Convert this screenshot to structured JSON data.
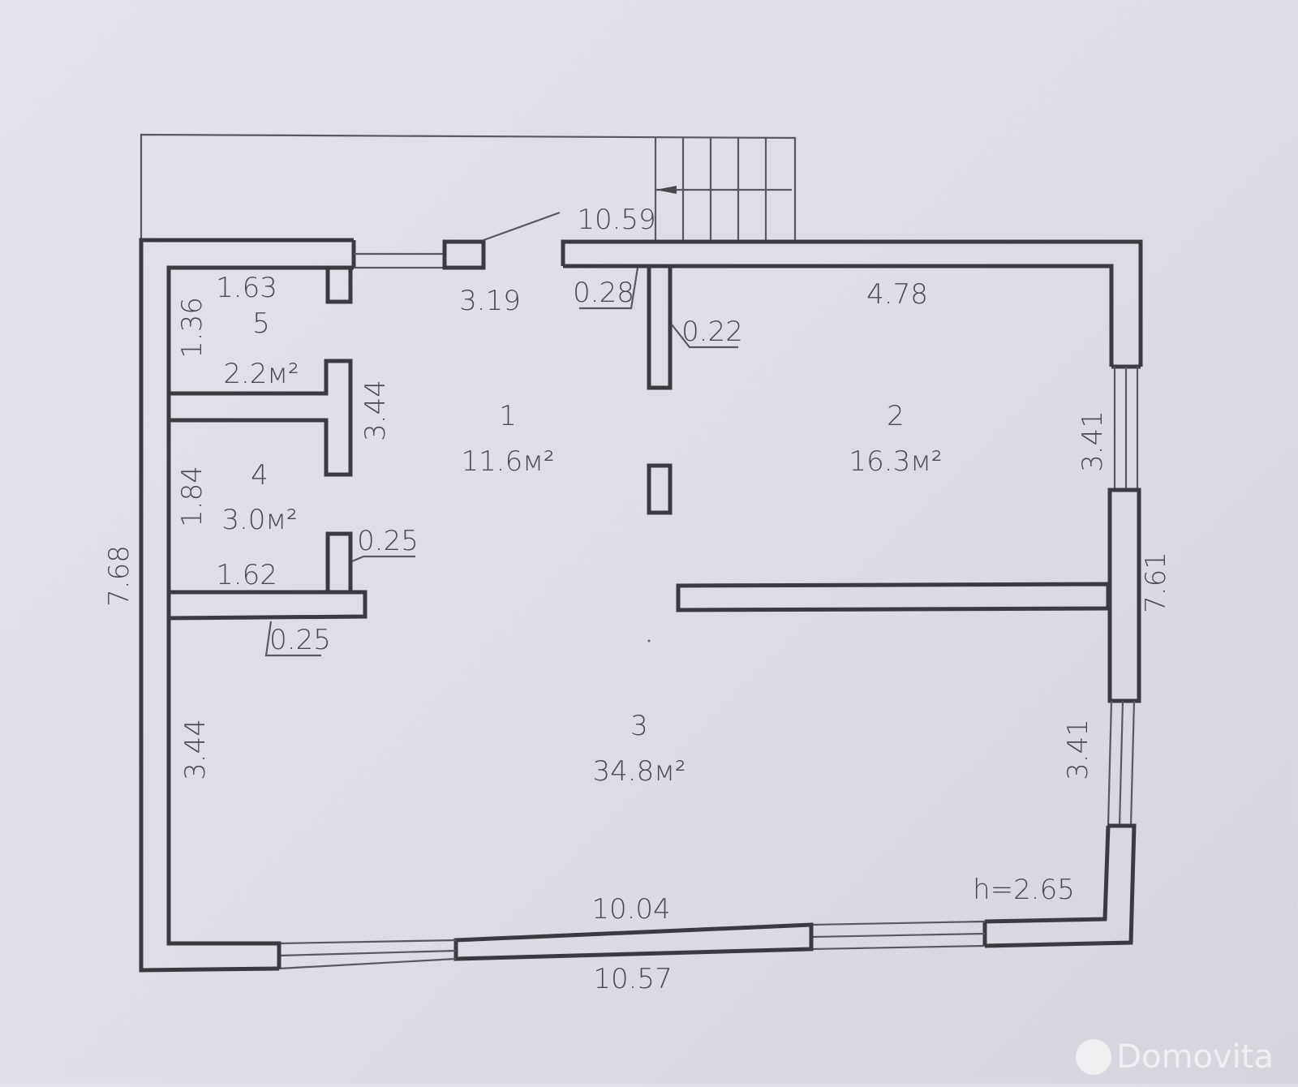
{
  "plan": {
    "rooms": [
      {
        "number": "1",
        "area": "11.6м²"
      },
      {
        "number": "2",
        "area": "16.3м²"
      },
      {
        "number": "3",
        "area": "34.8м²"
      },
      {
        "number": "4",
        "area": "3.0м²"
      },
      {
        "number": "5",
        "area": "2.2м²"
      }
    ],
    "dimensions": {
      "porch_length": "10.59",
      "room5_width": "1.63",
      "room5_depth": "1.36",
      "room1_width": "3.19",
      "partition_offset": "0.28",
      "partition_thickness": "0.22",
      "room2_width": "4.78",
      "room2_side_upper": "3.41",
      "right_total": "7.61",
      "room3_side_right": "3.41",
      "corridor_depth": "3.44",
      "room4_depth": "1.84",
      "room4_wall": "0.25",
      "room4_width": "1.62",
      "room4_floor_wall": "0.25",
      "left_total": "7.68",
      "room3_side_left": "3.44",
      "inner_bottom": "10.04",
      "outer_bottom": "10.57",
      "ceiling_height": "h=2.65"
    }
  },
  "watermark": {
    "brand": "Domovita"
  }
}
